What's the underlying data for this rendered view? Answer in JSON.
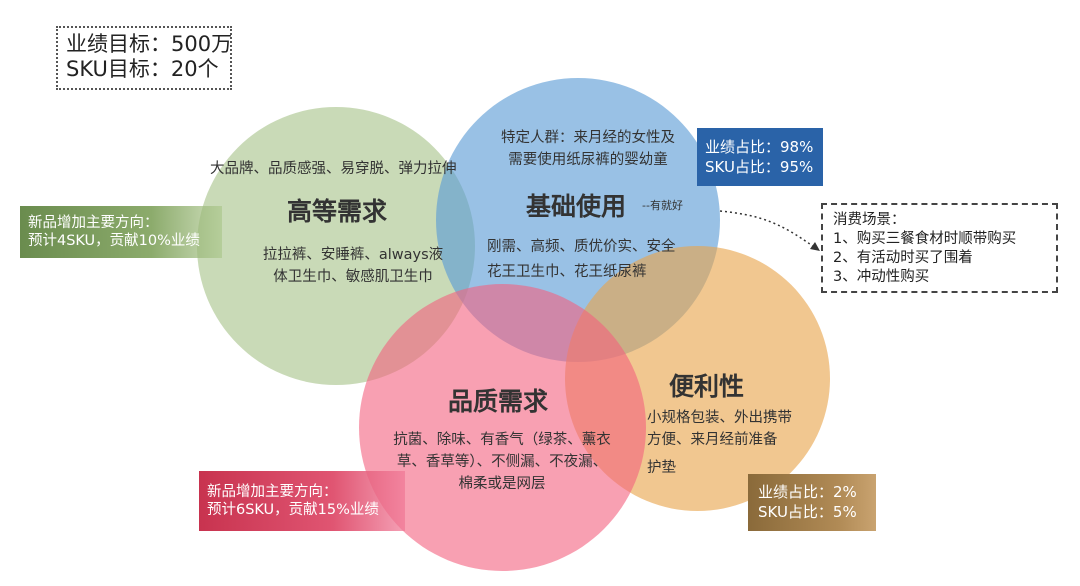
{
  "targets": {
    "revenue": "业绩目标：500万",
    "sku": "SKU目标：20个"
  },
  "circles": {
    "premium": {
      "title": "高等需求",
      "attributes": "大品牌、品质感强、易穿脱、弹力拉伸",
      "products": [
        "拉拉裤、安睡裤、always液",
        "体卫生巾、敏感肌卫生巾"
      ],
      "color": "#a8c48a"
    },
    "basic": {
      "title": "基础使用",
      "title_note": "--有就好",
      "audience": [
        "特定人群：来月经的女性及",
        "需要使用纸尿裤的婴幼童"
      ],
      "attributes": "刚需、高频、质优价实、安全",
      "products": "花王卫生巾、花王纸尿裤",
      "color": "#5b9bd5"
    },
    "quality": {
      "title": "品质需求",
      "attributes": [
        "抗菌、除味、有香气（绿茶、薰衣",
        "草、香草等）、不侧漏、不夜漏、",
        "棉柔或是网层"
      ],
      "color": "#f4607e"
    },
    "convenience": {
      "title": "便利性",
      "attributes": [
        "小规格包装、外出携带",
        "方便、来月经前准备",
        "护垫"
      ],
      "color": "#e9a54c"
    }
  },
  "callouts": {
    "premium_new": [
      "新品增加主要方向：",
      "预计4SKU，贡献10%业绩"
    ],
    "quality_new": [
      "新品增加主要方向：",
      "预计6SKU，贡献15%业绩"
    ],
    "basic_ratio": [
      "业绩占比：98%",
      "SKU占比：95%"
    ],
    "convenience_ratio": [
      "业绩占比：2%",
      "SKU占比：5%"
    ]
  },
  "scenarios": {
    "title": "消费场景：",
    "items": [
      "1、购买三餐食材时顺带购买",
      "2、有活动时买了围着",
      "3、冲动性购买"
    ]
  }
}
